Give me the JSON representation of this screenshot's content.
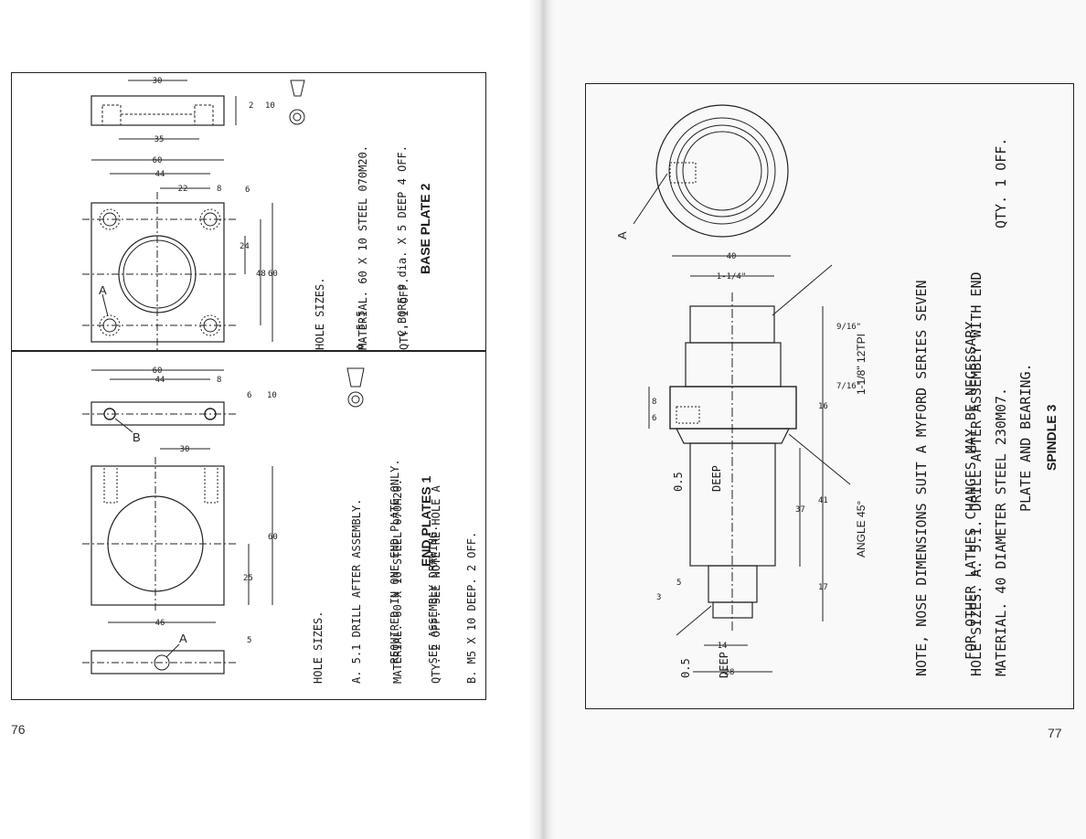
{
  "left_page": {
    "page_number": "76",
    "base_plate": {
      "title": "BASE PLATE 2",
      "notes": [
        "HOLE SIZES.",
        "A. 5.5",
        "  C.BORE 9 dia. X 5 DEEP 4 OFF."
      ],
      "material": [
        "MATERIAL. 60 X 10 STEEL 070M20.",
        "QTY. 1 OFF."
      ],
      "label_a": "A",
      "dims": {
        "d30": "30",
        "d35": "35",
        "d2": "2",
        "d10": "10",
        "d60": "60",
        "d44": "44",
        "d22": "22",
        "d8": "8",
        "d6": "6",
        "d24": "24",
        "d48": "48",
        "d60b": "60"
      }
    },
    "end_plates": {
      "title": "END PLATES 1",
      "notes": [
        "HOLE SIZES.",
        "A. 5.1 DRILL AFTER ASSEMBLY.",
        "   REQUIRED IN ONE END PLATE ONLY.",
        "   SEE ASSEMBLY DRAWING.",
        "B. M5 X 10 DEEP. 2 OFF."
      ],
      "material": [
        "MATERIAL. 60 X 10 STEEL 070M20.",
        "QTY. 2 OFF. SEE NOTE RE HOLE A"
      ],
      "label_a": "A",
      "label_b": "B",
      "dims": {
        "d60": "60",
        "d44": "44",
        "d8": "8",
        "d6": "6",
        "d10": "10",
        "d30": "30",
        "d60b": "60",
        "d25": "25",
        "d46": "46",
        "d5": "5"
      }
    }
  },
  "right_page": {
    "page_number": "77",
    "spindle": {
      "title": "SPINDLE 3",
      "note": [
        "NOTE, NOSE DIMENSIONS SUIT A MYFORD SERIES SEVEN",
        "FOR OTHER LATHES CHANGES MAY BE NECESSARY"
      ],
      "holes": [
        "HOLE SIZES. A. 5.1. DRILL AFTER ASSEMBLY WITH END",
        "PLATE AND BEARING."
      ],
      "material": "MATERIAL. 40 DIAMETER STEEL 230M07.",
      "qty": "QTY. 1 OFF.",
      "label_a": "A",
      "deep_top": [
        "0.5",
        "DEEP"
      ],
      "deep_bottom": [
        "0.5",
        "DEEP"
      ],
      "angle": "ANGLE 45°",
      "thread": "1-1/8\" 12TPI",
      "dims": {
        "d40": "40",
        "d114": "1-1/4\"",
        "d916": "9/16\"",
        "d716": "7/16\"",
        "d16": "16",
        "d37": "37",
        "d41": "41",
        "d17": "17",
        "d8": "8",
        "d6": "6",
        "d3": "3",
        "d5": "5",
        "d14": "14",
        "d28": "28"
      }
    }
  }
}
